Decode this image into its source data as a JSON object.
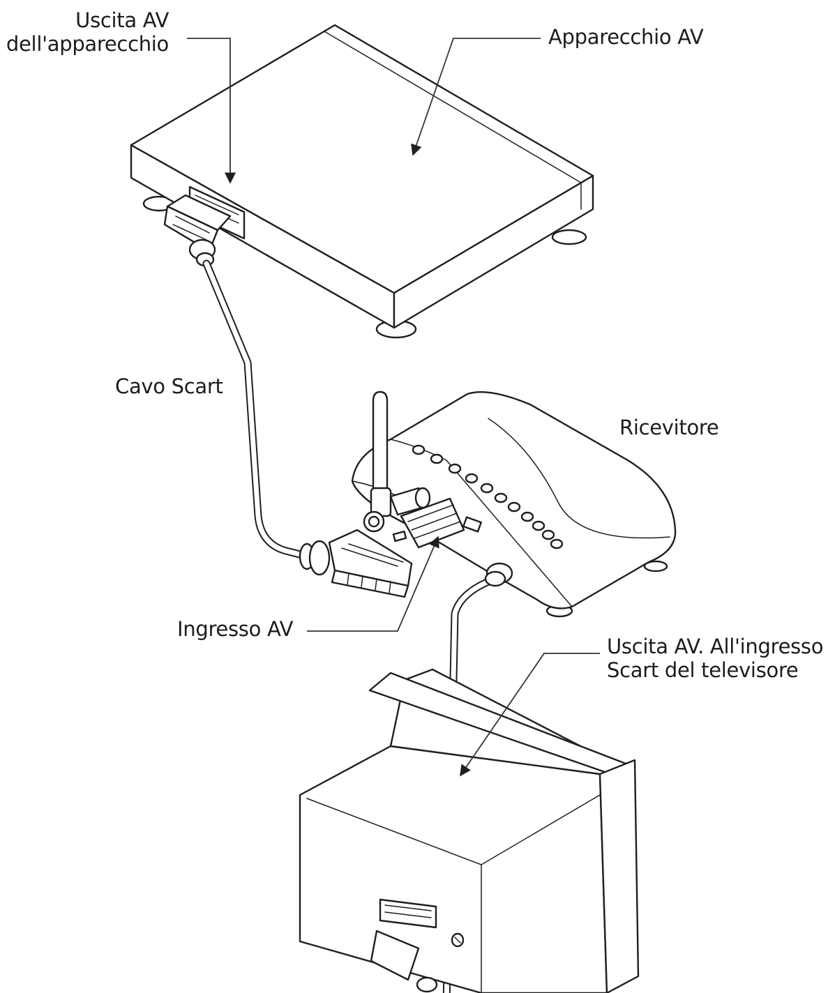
{
  "labels": {
    "device_output_line1": "Uscita AV",
    "device_output_line2": "dell'apparecchio",
    "device": "Apparecchio AV",
    "scart_cable": "Cavo Scart",
    "receiver": "Ricevitore",
    "av_input": "Ingresso AV",
    "av_output_line1": "Uscita AV. All'ingresso",
    "av_output_line2": "Scart del televisore"
  },
  "colors": {
    "ink": "#1f1f1f",
    "background": "#ffffff"
  }
}
